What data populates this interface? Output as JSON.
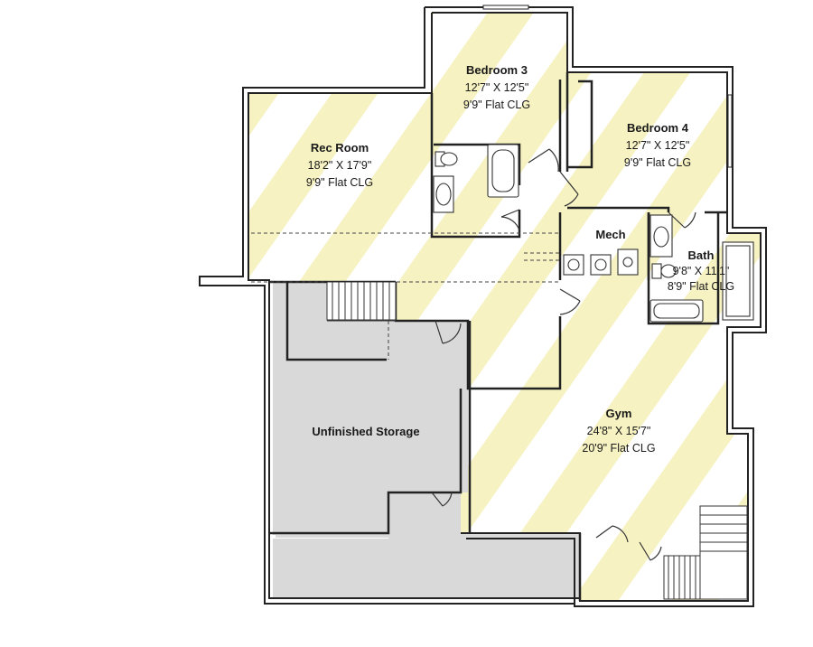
{
  "colors": {
    "highlight": "#f6f2c2",
    "storage": "#d9d9d9",
    "wall": "#222222"
  },
  "rooms": {
    "bedroom3": {
      "name": "Bedroom 3",
      "size": "12'7\" X 12'5\"",
      "ceiling": "9'9\" Flat CLG"
    },
    "bedroom4": {
      "name": "Bedroom 4",
      "size": "12'7\" X 12'5\"",
      "ceiling": "9'9\" Flat CLG"
    },
    "rec_room": {
      "name": "Rec Room",
      "size": "18'2\" X 17'9\"",
      "ceiling": "9'9\" Flat CLG"
    },
    "mech": {
      "name": "Mech"
    },
    "bath": {
      "name": "Bath",
      "size": "9'8\" X 11'1\"",
      "ceiling": "8'9\" Flat CLG"
    },
    "storage": {
      "name": "Unfinished Storage"
    },
    "gym": {
      "name": "Gym",
      "size": "24'8\" X 15'7\"",
      "ceiling": "20'9\" Flat CLG"
    }
  }
}
